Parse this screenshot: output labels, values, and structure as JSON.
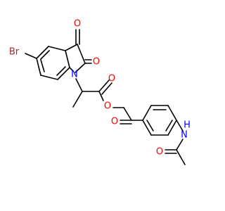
{
  "molecule": {
    "atoms": {
      "br": "Br",
      "n_ring": "N",
      "o_ket": "O",
      "o_amide": "O",
      "o_ester_co": "O",
      "o_ester": "O",
      "o_ketone2": "O",
      "nh": "H",
      "n_acet": "N",
      "o_acet": "O"
    },
    "colors": {
      "bond": "#000000",
      "oxygen": "#ff0000",
      "nitrogen": "#0000ff",
      "bromine": "#a52a2a"
    }
  }
}
